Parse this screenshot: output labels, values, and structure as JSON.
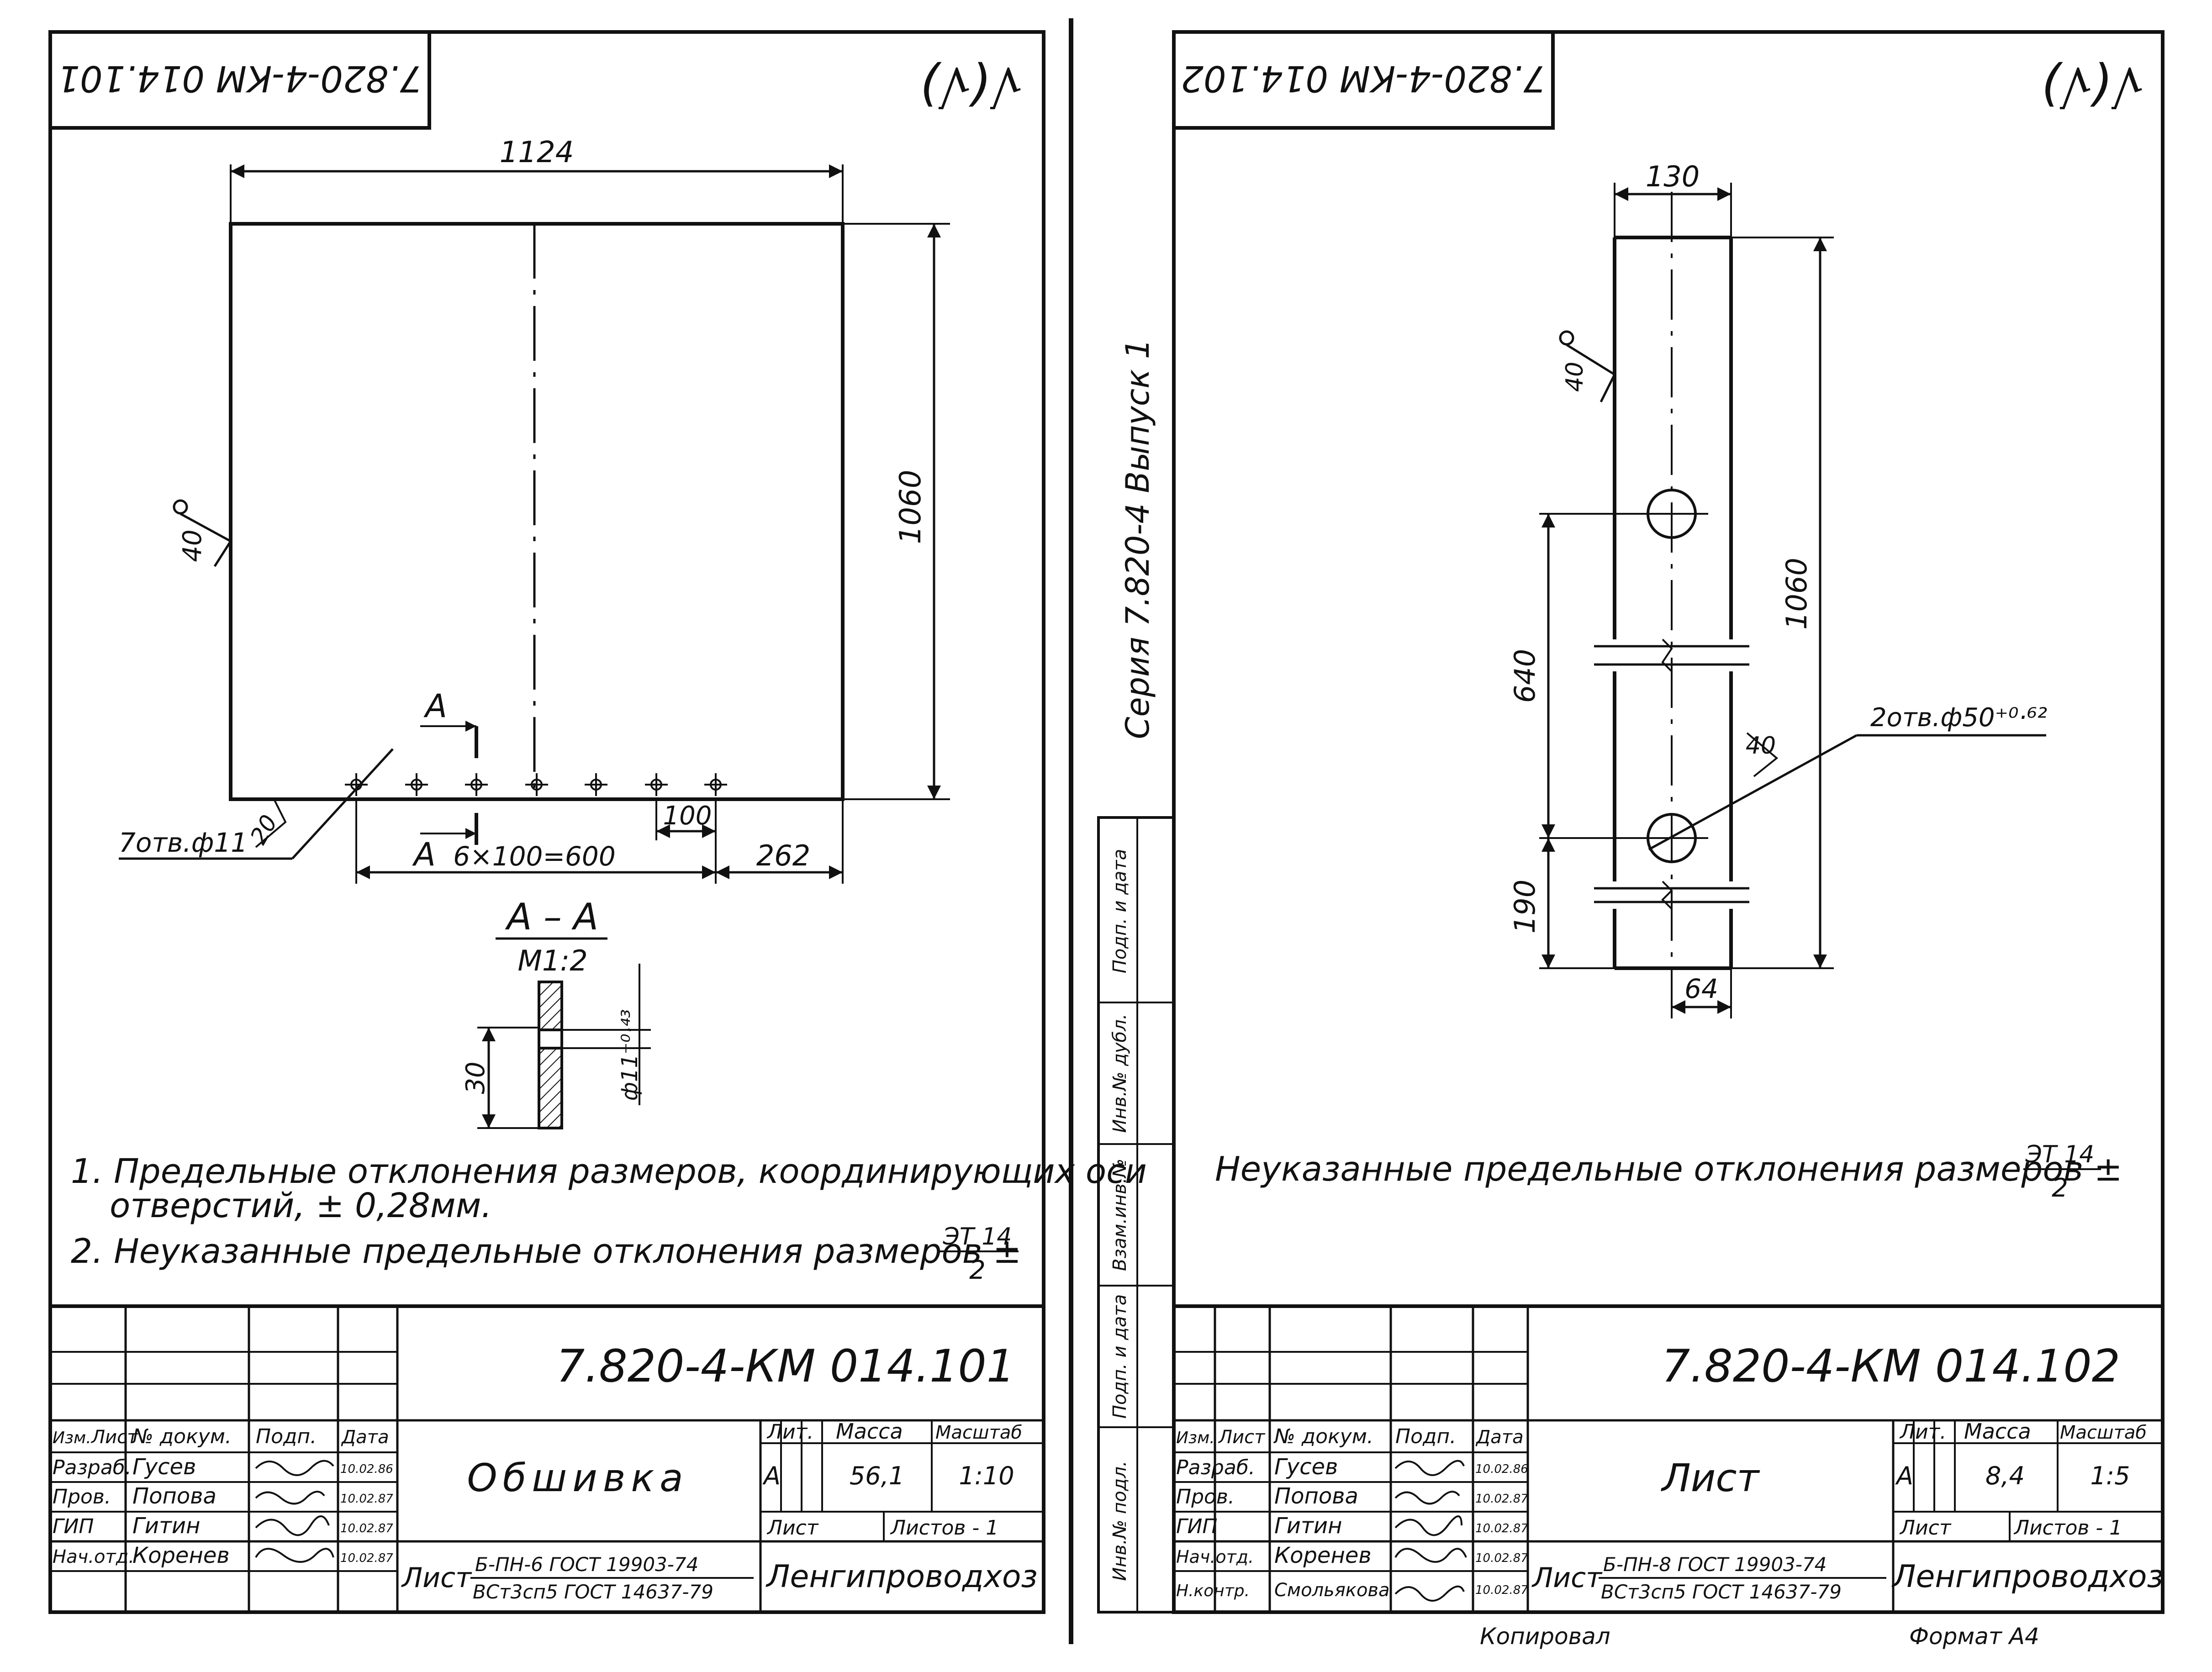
{
  "left_sheet": {
    "stamp_code": "7.820-4-КМ 014.101",
    "roughness": "√(√)",
    "dims": {
      "width": "1124",
      "height": "1060",
      "weld_leg": "40",
      "hole_pitch": "6×100=600",
      "step": "100",
      "edge": "262",
      "hole_leader_angle": "20",
      "section_thickness": "30",
      "section_hole": "ф11⁺⁰·⁴³"
    },
    "holes_label": "7отв.ф11",
    "cut_label": "А",
    "section_title": "А – А",
    "section_scale": "М1:2",
    "notes": [
      "1. Предельные отклонения размеров, координирующих оси",
      "отверстий, ± 0,28мм.",
      "2. Неуказанные предельные отклонения размеров ±"
    ],
    "tolerance_num": "ЭТ 14",
    "tolerance_den": "2",
    "title_block": {
      "designation": "7.820-4-КМ 014.101",
      "name": "Обшивка",
      "col_headers": [
        "Изм.",
        "Лист",
        "№ докум.",
        "Подп.",
        "Дата"
      ],
      "roles": [
        "Разраб.",
        "Пров.",
        "ГИП",
        "Нач.отд."
      ],
      "people": [
        "Гусев",
        "Попова",
        "Гитин",
        "Коренев"
      ],
      "dates": [
        "10.02.86",
        "10.02.87",
        "10.02.87",
        "10.02.87"
      ],
      "lit_label": "Лит.",
      "mass_label": "Масса",
      "scale_label": "Масштаб",
      "lit": "А",
      "mass": "56,1",
      "scale": "1:10",
      "sheet_label": "Лист",
      "sheets_label": "Листов - 1",
      "material_word": "Лист",
      "material_top": "Б-ПН-6 ГОСТ 19903-74",
      "material_bottom": "ВСт3сп5 ГОСТ 14637-79",
      "org": "Ленгипроводхоз"
    }
  },
  "right_sheet": {
    "stamp_code": "7.820-4-КМ 014.102",
    "roughness": "√(√)",
    "dims": {
      "width": "130",
      "height": "1060",
      "hole_spacing": "640",
      "bottom": "190",
      "offset": "64",
      "weld_leg_top": "40",
      "weld_leg_mid": "40"
    },
    "holes_label": "2отв.ф50⁺⁰·⁶²",
    "series_label": "Серия 7.820-4   Выпуск 1",
    "side_labels": [
      "Инв.№ подл.",
      "Подп. и дата",
      "Взам.инв.№",
      "Инв.№ дубл.",
      "Подп. и дата"
    ],
    "note": "Неуказанные предельные отклонения размеров ±",
    "tolerance_num": "ЭТ 14",
    "tolerance_den": "2",
    "title_block": {
      "designation": "7.820-4-КМ 014.102",
      "name": "Лист",
      "col_headers": [
        "Изм.",
        "Лист",
        "№ докум.",
        "Подп.",
        "Дата"
      ],
      "roles": [
        "Разраб.",
        "Пров.",
        "ГИП",
        "Нач.отд.",
        "Н.контр."
      ],
      "people": [
        "Гусев",
        "Попова",
        "Гитин",
        "Коренев",
        "Смольякова"
      ],
      "dates": [
        "10.02.86",
        "10.02.87",
        "10.02.87",
        "10.02.87",
        "10.02.87"
      ],
      "lit_label": "Лит.",
      "mass_label": "Масса",
      "scale_label": "Масштаб",
      "lit": "А",
      "mass": "8,4",
      "scale": "1:5",
      "sheet_label": "Лист",
      "sheets_label": "Листов - 1",
      "material_word": "Лист",
      "material_top": "Б-ПН-8 ГОСТ 19903-74",
      "material_bottom": "ВСт3сп5 ГОСТ 14637-79",
      "org": "Ленгипроводхоз"
    },
    "footer_left": "Копировал",
    "footer_right": "Формат А4"
  }
}
